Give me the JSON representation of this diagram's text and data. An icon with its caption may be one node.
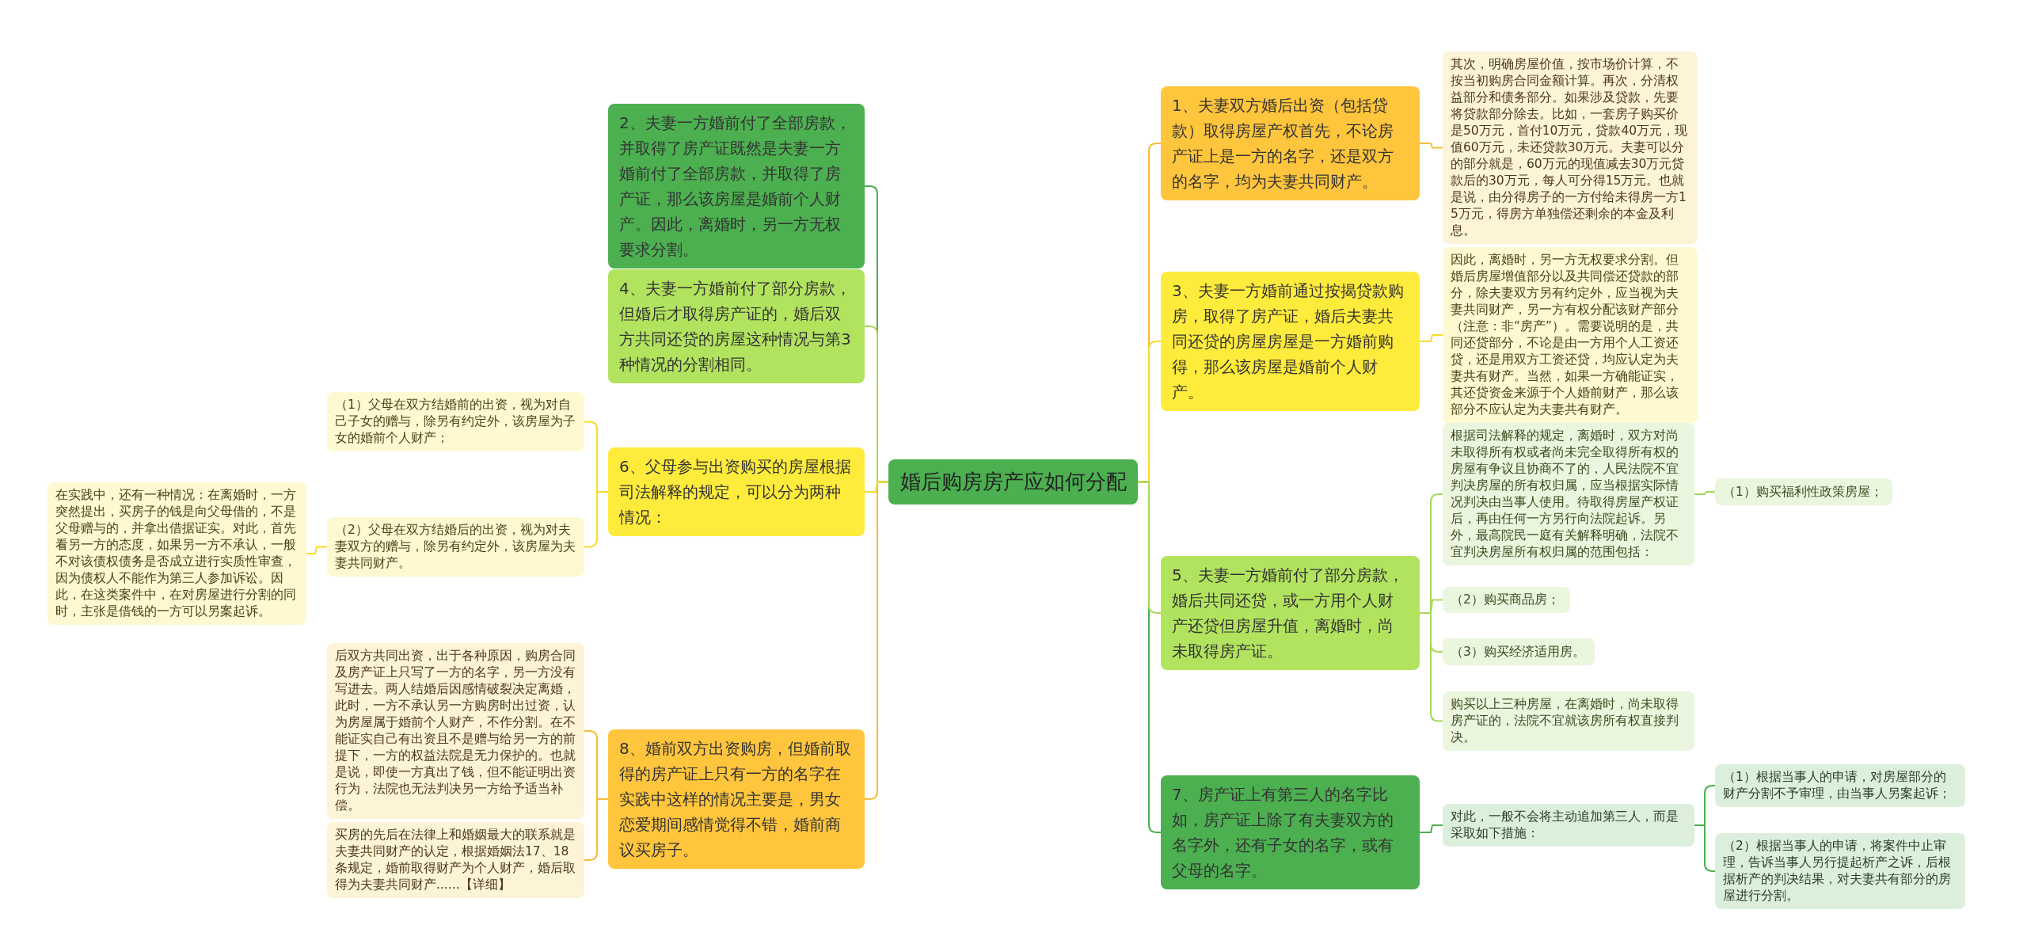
{
  "diagram": {
    "nodes": [
      {
        "text": [
          "婚后购房房产应如何分配"
        ]
      },
      {
        "text": [
          "2、夫妻一方婚前付了全部房款，并取得了房产证既然是夫妻一方婚前付了全部房款，并取得了房产证，那么该房屋是婚前个人财产。因此，离婚时，另一方无权要求分割。"
        ]
      },
      {
        "text": [
          "4、夫妻一方婚前付了部分房款，但婚后才取得房产证的，婚后双方共同还贷的房屋这种情况与第3种情况的分割相同。"
        ]
      },
      {
        "text": [
          "6、父母参与出资购买的房屋根据司法解释的规定，可以分为两种情况："
        ]
      },
      {
        "text": [
          "8、婚前双方出资购房，但婚前取得的房产证上只有一方的名字在实践中这样的情况主要是，男女恋爱期间感情觉得不错，婚前商议买房子。"
        ]
      },
      {
        "text": [
          "（1）父母在双方结婚前的出资，视为对自己子女的赠与，除另有约定外，该房屋为子女的婚前个人财产；"
        ]
      },
      {
        "text": [
          "（2）父母在双方结婚后的出资，视为对夫妻双方的赠与，除另有约定外，该房屋为夫妻共同财产。"
        ]
      },
      {
        "text": [
          "在实践中，还有一种情况：在离婚时，一方突然提出，买房子的钱是向父母借的，不是父母赠与的，并拿出借据证实。对此，首先看另一方的态度，如果另一方不承认，一般不对该债权债务是否成立进行实质性审查，因为债权人不能作为第三人参加诉讼。因此，在这类案件中，在对房屋进行分割的同时，主张是借钱的一方可以另案起诉。"
        ]
      },
      {
        "text": [
          "后双方共同出资，出于各种原因，购房合同及房产证上只写了一方的名字，另一方没有写进去。两人结婚后因感情破裂决定离婚，此时，一方不承认另一方购房时出过资，认为房屋属于婚前个人财产，不作分割。在不能证实自己有出资且不是赠与给另一方的前提下，一方的权益法院是无力保护的。也就是说，即使一方真出了钱，但不能证明出资行为，法院也无法判决另一方给予适当补偿。"
        ]
      },
      {
        "text": [
          "买房的先后在法律上和婚姻最大的联系就是夫妻共同财产的认定，根据婚姻法17、18条规定，婚前取得财产为个人财产，婚后取得为夫妻共同财产......【详细】"
        ]
      },
      {
        "text": [
          "1、夫妻双方婚后出资（包括贷款）取得房屋产权首先，不论房产证上是一方的名字，还是双方的名字，均为夫妻共同财产。"
        ]
      },
      {
        "text": [
          "其次，明确房屋价值，按市场价计算，不按当初购房合同金额计算。再次，分清权益部分和债务部分。如果涉及贷款，先要将贷款部分除去。比如，一套房子购买价是50万元，首付10万元，贷款40万元，现值60万元，未还贷款30万元。夫妻可以分的部分就是，60万元的现值减去30万元贷款后的30万元，每人可分得15万元。也就是说，由分得房子的一方付给未得房一方15万元，得房方单独偿还剩余的本金及利息。"
        ]
      },
      {
        "text": [
          "3、夫妻一方婚前通过按揭贷款购房，取得了房产证，婚后夫妻共同还贷的房屋房屋是一方婚前购得，那么该房屋是婚前个人财产。"
        ]
      },
      {
        "text": [
          "因此，离婚时，另一方无权要求分割。但婚后房屋增值部分以及共同偿还贷款的部分，除夫妻双方另有约定外，应当视为夫妻共同财产，另一方有权分配该财产部分（注意：非“房产”）。需要说明的是，共同还贷部分，不论是由一方用个人工资还贷，还是用双方工资还贷，均应认定为夫妻共有财产。当然，如果一方确能证实，其还贷资金来源于个人婚前财产，那么该部分不应认定为夫妻共有财产。"
        ]
      },
      {
        "text": [
          "5、夫妻一方婚前付了部分房款，婚后共同还贷，或一方用个人财产还贷但房屋升值，离婚时，尚未取得房产证。"
        ]
      },
      {
        "text": [
          "根据司法解释的规定，离婚时，双方对尚未取得所有权或者尚未完全取得所有权的房屋有争议且协商不了的，人民法院不宜判决房屋的所有权归属，应当根据实际情况判决由当事人使用。待取得房屋产权证后，再由任何一方另行向法院起诉。另外，最高院民一庭有关解释明确，法院不宜判决房屋所有权归属的范围包括："
        ]
      },
      {
        "text": [
          "（1）购买福利性政策房屋；"
        ]
      },
      {
        "text": [
          "（2）购买商品房；"
        ]
      },
      {
        "text": [
          "（3）购买经济适用房。"
        ]
      },
      {
        "text": [
          "购买以上三种房屋，在离婚时，尚未取得房产证的，法院不宜就该房所有权直接判决。"
        ]
      },
      {
        "text": [
          "7、房产证上有第三人的名字比如，房产证上除了有夫妻双方的名字外，还有子女的名字，或有父母的名字。"
        ]
      },
      {
        "text": [
          "对此，一般不会将主动追加第三人，而是采取如下措施："
        ]
      },
      {
        "text": [
          "（1）根据当事人的申请，对房屋部分的财产分割不予审理，由当事人另案起诉；"
        ]
      },
      {
        "text": [
          "（2）根据当事人的申请，将案件中止审理，告诉当事人另行提起析产之诉，后根据析产的判决结果，对夫妻共有部分的房屋进行分割。"
        ]
      }
    ],
    "edges": [
      {
        "from": 0,
        "to": 1,
        "arrow": "none",
        "color": "#4caf50"
      },
      {
        "from": 0,
        "to": 2,
        "arrow": "none"
      },
      {
        "from": 0,
        "to": 3,
        "arrow": "none",
        "color": "#f5dd2a"
      },
      {
        "from": 0,
        "to": 4,
        "arrow": "none",
        "color": "#f5bd38"
      },
      {
        "from": 3,
        "to": 5,
        "arrow": "none",
        "color": "#f5dd2a"
      },
      {
        "from": 3,
        "to": 6,
        "arrow": "none",
        "color": "#f5dd2a"
      },
      {
        "from": 6,
        "to": 7,
        "arrow": "none",
        "color": "#f5dd2a"
      },
      {
        "from": 4,
        "to": 8,
        "arrow": "none",
        "color": "#f5bd38"
      },
      {
        "from": 4,
        "to": 9,
        "arrow": "none",
        "color": "#f5bd38"
      },
      {
        "from": 0,
        "to": 10,
        "arrow": "none",
        "color": "#f5bd38"
      },
      {
        "from": 10,
        "to": 11,
        "arrow": "none",
        "color": "#f5bd38"
      },
      {
        "from": 0,
        "to": 12,
        "arrow": "none",
        "color": "#f5dd2a"
      },
      {
        "from": 12,
        "to": 13,
        "arrow": "none",
        "color": "#f5dd2a"
      },
      {
        "from": 0,
        "to": 14,
        "arrow": "none"
      },
      {
        "from": 14,
        "to": 15,
        "arrow": "none"
      },
      {
        "from": 15,
        "to": 16,
        "arrow": "none"
      },
      {
        "from": 14,
        "to": 17,
        "arrow": "none"
      },
      {
        "from": 14,
        "to": 18,
        "arrow": "none"
      },
      {
        "from": 14,
        "to": 19,
        "arrow": "none"
      },
      {
        "from": 0,
        "to": 20,
        "arrow": "none",
        "color": "#4caf50"
      },
      {
        "from": 20,
        "to": 21,
        "arrow": "none",
        "color": "#4caf50"
      },
      {
        "from": 21,
        "to": 22,
        "arrow": "none",
        "color": "#4caf50"
      },
      {
        "from": 21,
        "to": 23,
        "arrow": "none",
        "color": "#4caf50"
      }
    ]
  }
}
